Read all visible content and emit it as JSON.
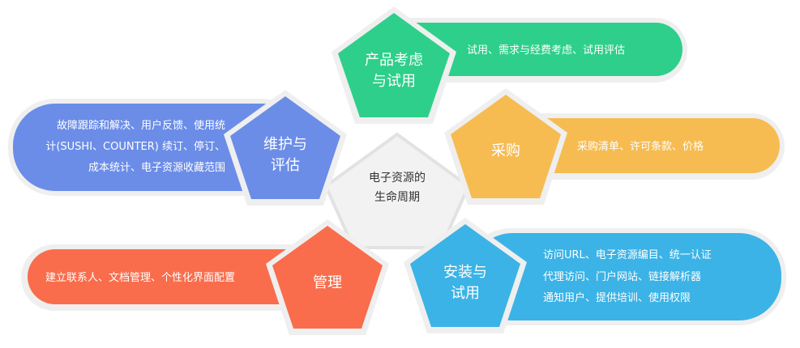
{
  "center": {
    "line1": "电子资源的",
    "line2": "生命周期"
  },
  "stages": {
    "product": {
      "title_line1": "产品考虑",
      "title_line2": "与试用",
      "desc_line1": "试用、需求与经费考虑、试用评估",
      "color": "#2ecf8a"
    },
    "purchase": {
      "title_line1": "采购",
      "desc_line1": "采购清单、许可条款、价格",
      "color": "#f6bc52"
    },
    "install": {
      "title_line1": "安装与",
      "title_line2": "试用",
      "desc_line1": "访问URL、电子资源编目、统一认证",
      "desc_line2": "代理访问、门户网站、链接解析器",
      "desc_line3": "通知用户、提供培训、使用权限",
      "color": "#3bb3e6"
    },
    "manage": {
      "title_line1": "管理",
      "desc_line1": "建立联系人、文档管理、个性化界面配置",
      "color": "#f96d4c"
    },
    "maintain": {
      "title_line1": "维护与",
      "title_line2": "评估",
      "desc_line1": "故障跟踪和解决、用户反馈、使用统",
      "desc_line2": "计(SUSHI、COUNTER) 续订、停订、",
      "desc_line3": "成本统计、电子资源收藏范围",
      "color": "#6b8de8"
    }
  }
}
